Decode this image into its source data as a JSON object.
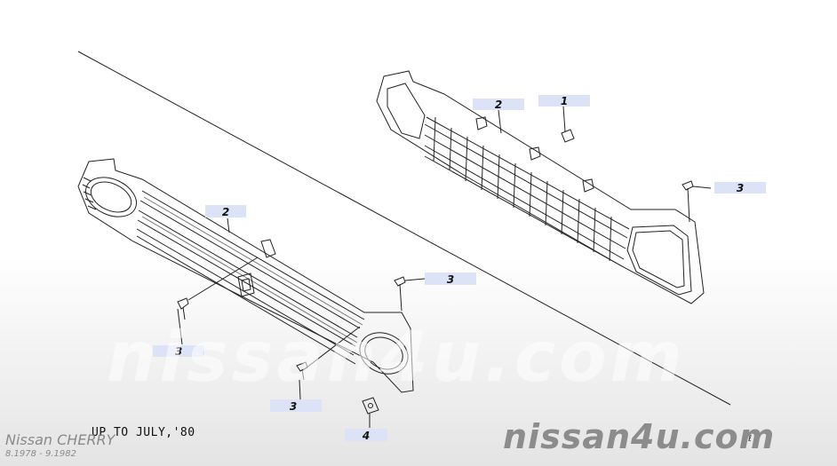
{
  "callouts": {
    "c1": "1",
    "c2a": "2",
    "c2b": "2",
    "c3a": "3",
    "c3b": "3",
    "c3c": "3",
    "c3d": "3",
    "c4": "4"
  },
  "note": "UP TO JULY,'80",
  "model": "Nissan CHERRY",
  "years": "8.1978 - 9.1982",
  "watermark": "nissan4u.com",
  "corner_mark": "ℓ"
}
